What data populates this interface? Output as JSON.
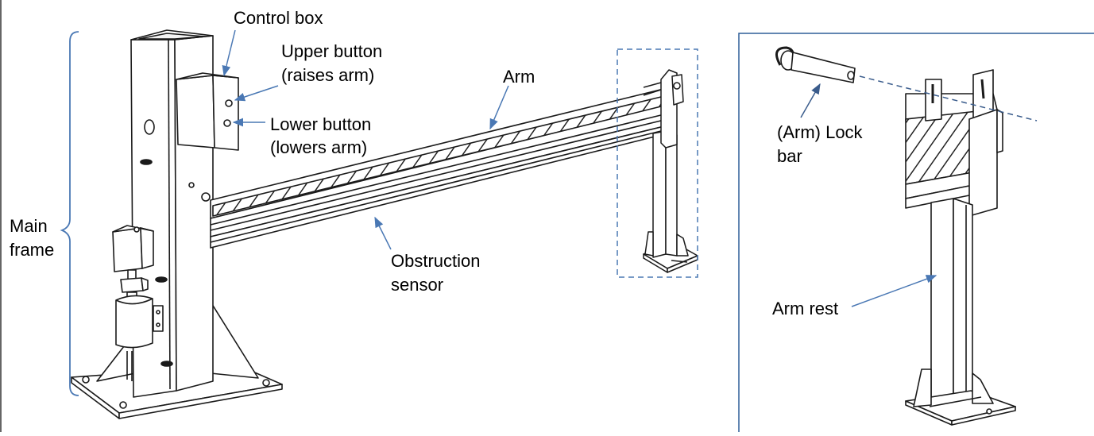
{
  "labels": {
    "control_box": "Control box",
    "upper_button_line1": "Upper button",
    "upper_button_line2": "(raises arm)",
    "lower_button_line1": "Lower button",
    "lower_button_line2": "(lowers arm)",
    "arm": "Arm",
    "obstruction_line1": "Obstruction",
    "obstruction_line2": "sensor",
    "main_frame_line1": "Main",
    "main_frame_line2": "frame",
    "lock_bar_line1": "(Arm) Lock",
    "lock_bar_line2": "bar",
    "arm_rest": "Arm rest"
  },
  "colors": {
    "leader": "#4a78b4",
    "detail_border": "#2e5f99",
    "callout_box": "#4a78b4",
    "line_art": "#1a1a1a"
  }
}
